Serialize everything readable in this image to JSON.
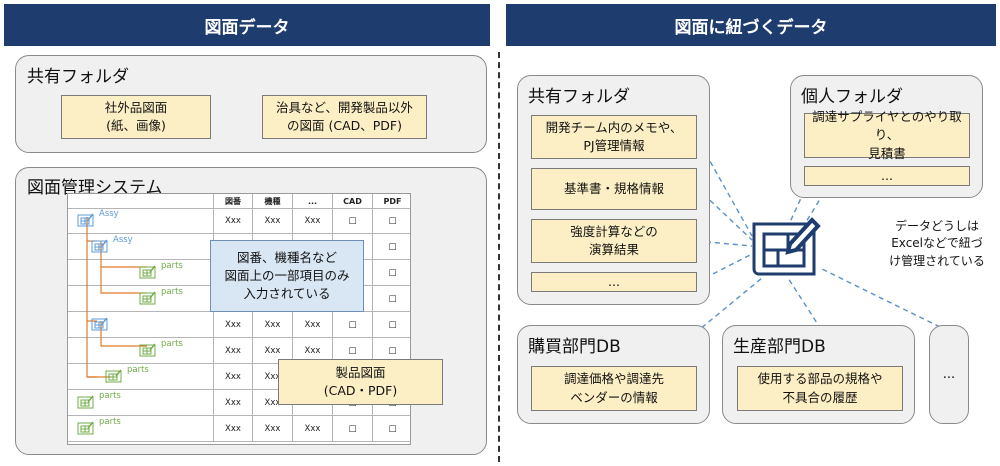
{
  "headers": {
    "left": "図面データ",
    "right": "図面に紐づくデータ"
  },
  "left": {
    "shared_folder": {
      "title": "共有フォルダ",
      "items": [
        "社外品図面\n(紙、画像)",
        "治具など、開発製品以外\nの図面 (CAD、PDF)"
      ]
    },
    "system": {
      "title": "図面管理システム",
      "columns": [
        "図番",
        "機種",
        "...",
        "CAD",
        "PDF"
      ],
      "tree": [
        {
          "label": "Assy",
          "kind": "assy"
        },
        {
          "label": "Assy",
          "kind": "assy"
        },
        {
          "label": "parts",
          "kind": "parts"
        },
        {
          "label": "parts",
          "kind": "parts"
        },
        {
          "label": "",
          "kind": "assy"
        },
        {
          "label": "parts",
          "kind": "parts"
        },
        {
          "label": "parts",
          "kind": "parts"
        },
        {
          "label": "parts",
          "kind": "parts"
        },
        {
          "label": "parts",
          "kind": "parts"
        }
      ],
      "cell_xxx": "Xxx",
      "cell_check": "□",
      "note": "図番、機種名など\n図面上の一部項目のみ\n入力されている",
      "product_box": "製品図面\n(CAD・PDF)"
    }
  },
  "right": {
    "shared_folder": {
      "title": "共有フォルダ",
      "items": [
        "開発チーム内のメモや、\nPJ管理情報",
        "基準書・規格情報",
        "強度計算などの\n演算結果",
        "..."
      ]
    },
    "personal_folder": {
      "title": "個人フォルダ",
      "items": [
        "調達サプライヤとのやり取り、\n見積書",
        "..."
      ]
    },
    "purchasing_db": {
      "title": "購買部門DB",
      "item": "調達価格や調達先\nベンダーの情報"
    },
    "production_db": {
      "title": "生産部門DB",
      "item": "使用する部品の規格や\n不具合の履歴"
    },
    "more": "...",
    "note": "データどうしは\nExcelなどで紐づ\nけ管理されている"
  },
  "colors": {
    "header": "#1f3c6e",
    "item_fill": "#fdefc5",
    "note_fill": "#d9e6f3",
    "line": "#5a8fc7",
    "tree_line": "#e07b28",
    "assy": "#5b9bd5",
    "parts": "#70ad47"
  }
}
